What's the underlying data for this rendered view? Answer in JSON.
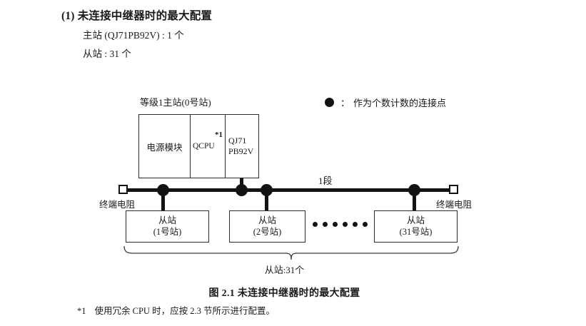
{
  "heading": {
    "number": "(1)",
    "text": "未连接中继器时的最大配置"
  },
  "spec": {
    "master": "主站 (QJ71PB92V) : 1 个",
    "slave": "从站 : 31 个"
  },
  "legend": {
    "symbol_icon": "filled-circle-icon",
    "colon": "：",
    "text": "作为个数计数的连接点"
  },
  "diagram": {
    "rack_title": "等级1主站(0号站)",
    "rack_cells": [
      {
        "label": "电源模块"
      },
      {
        "label": "QCPU",
        "note_ref": "*1"
      },
      {
        "label_line1": "QJ71",
        "label_line2": "PB92V"
      }
    ],
    "segment_label": "1段",
    "terminator_left": "终端电阻",
    "terminator_right": "终端电阻",
    "slaves": [
      {
        "line1": "从站",
        "line2": "(1号站)"
      },
      {
        "line1": "从站",
        "line2": "(2号站)"
      },
      {
        "line1": "从站",
        "line2": "(31号站)"
      }
    ],
    "ellipsis_count": 6,
    "total_label": "从站:31个"
  },
  "caption": "图 2.1  未连接中继器时的最大配置",
  "footnote": {
    "mark": "*1",
    "text": "使用冗余 CPU 时，应按 2.3 节所示进行配置。"
  },
  "colors": {
    "ink": "#1a1a1a",
    "line": "#131313",
    "box_border": "#2b2b2b",
    "background": "#ffffff"
  }
}
